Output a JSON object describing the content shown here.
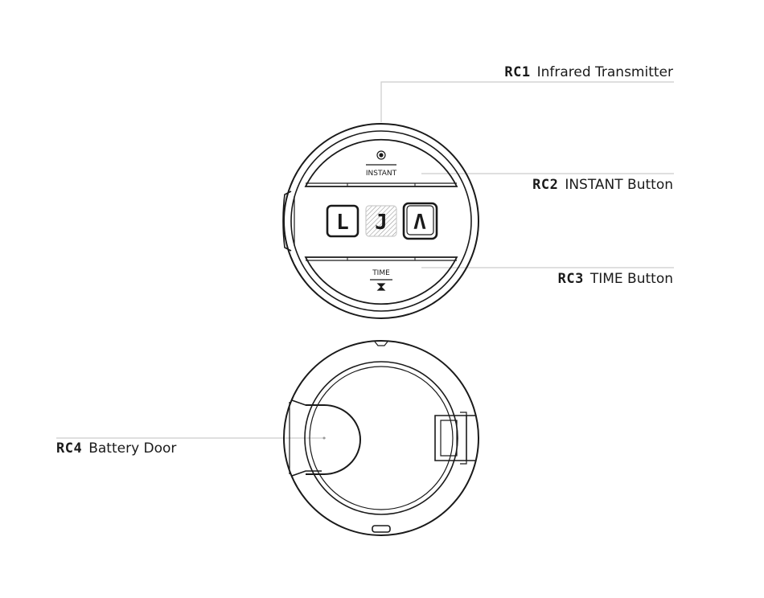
{
  "callouts": {
    "rc1": {
      "code": "RC1",
      "label": "Infrared Transmitter"
    },
    "rc2": {
      "code": "RC2",
      "label": "INSTANT Button"
    },
    "rc3": {
      "code": "RC3",
      "label": "TIME Button"
    },
    "rc4": {
      "code": "RC4",
      "label": "Battery Door"
    }
  },
  "front": {
    "instant_label": "INSTANT",
    "time_label": "TIME",
    "keys": [
      "L",
      "J",
      "Λ"
    ],
    "icons": [
      "infrared-icon",
      "hourglass-icon"
    ]
  },
  "colors": {
    "stroke": "#1a1a1a",
    "leader": "#cccccc"
  }
}
